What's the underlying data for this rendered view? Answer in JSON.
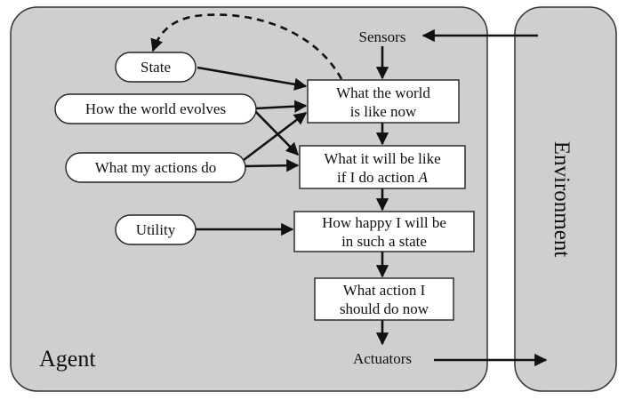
{
  "agent_label": "Agent",
  "environment_label": "Environment",
  "sensors_label": "Sensors",
  "actuators_label": "Actuators",
  "ovals": {
    "state": "State",
    "world_evolves": "How the world evolves",
    "actions_do": "What my actions do",
    "utility": "Utility"
  },
  "boxes": {
    "world_now": [
      "What the world",
      "is like now"
    ],
    "will_be_like": [
      "What it will be like",
      "if I do action"
    ],
    "will_be_like_var": "A",
    "how_happy": [
      "How happy I will be",
      "in such a state"
    ],
    "what_action": [
      "What action I",
      "should do now"
    ]
  },
  "colors": {
    "panel_fill": "#cfcfcf",
    "box_fill": "#ffffff",
    "stroke": "#111111"
  }
}
